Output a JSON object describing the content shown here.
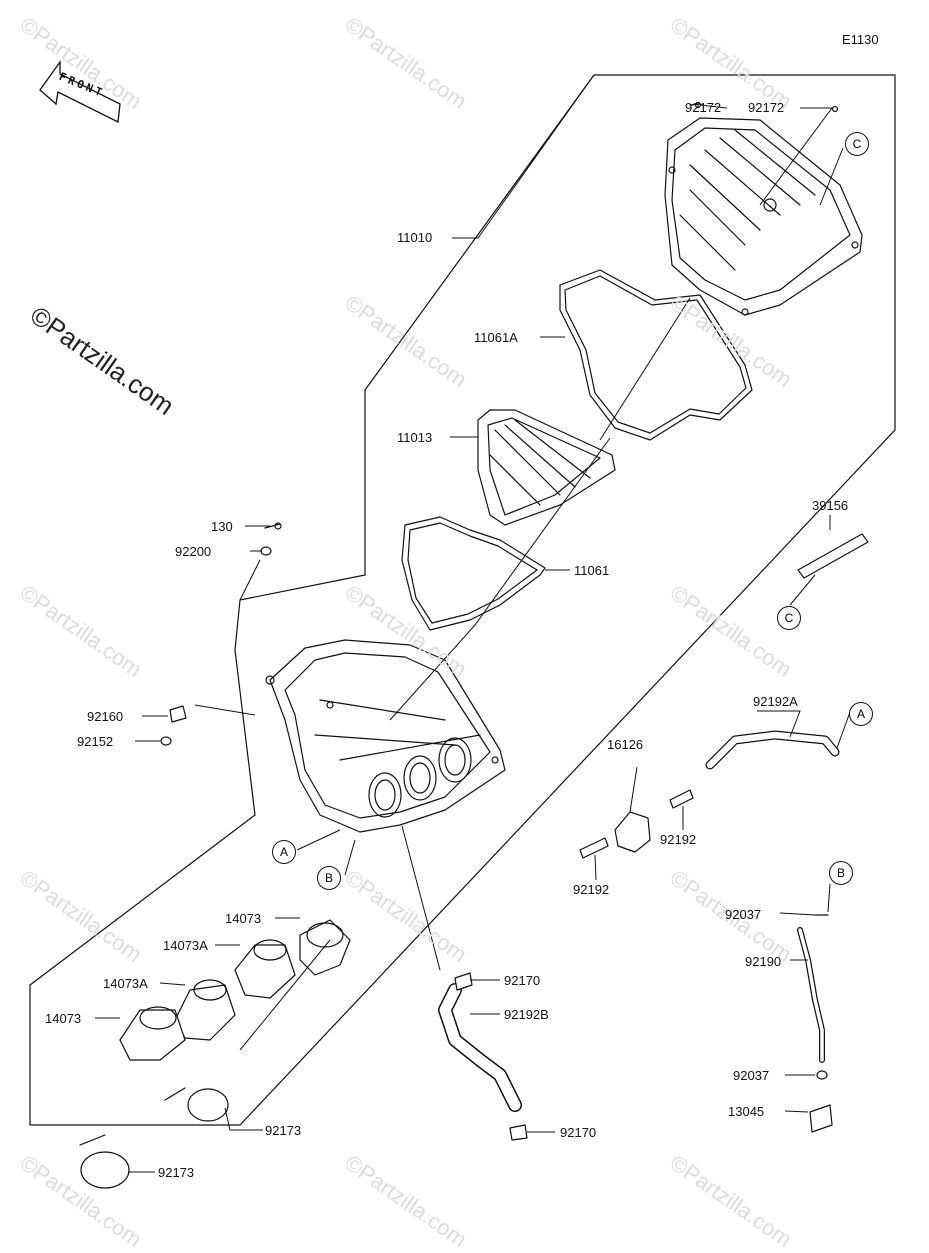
{
  "diagram_code": "E1130",
  "front_label": "FRONT",
  "watermark": "©Partzilla.com",
  "watermark_tile": "©Partzilla.com",
  "part_labels": {
    "p92172_left": "92172",
    "p92172_right": "92172",
    "p11010": "11010",
    "p11061A": "11061A",
    "p11013": "11013",
    "p130": "130",
    "p92200": "92200",
    "p11061": "11061",
    "p39156": "39156",
    "p92160": "92160",
    "p92152": "92152",
    "p92192A": "92192A",
    "p16126": "16126",
    "p92192_mid": "92192",
    "p92192_low": "92192",
    "p14073_top": "14073",
    "p14073A_top": "14073A",
    "p14073A_low": "14073A",
    "p14073_low": "14073",
    "p92170_top": "92170",
    "p92192B": "92192B",
    "p92037_top": "92037",
    "p92190": "92190",
    "p92037_low": "92037",
    "p13045": "13045",
    "p92173_top": "92173",
    "p92173_low": "92173",
    "p92170_low": "92170"
  },
  "callouts": {
    "c_cover": "C",
    "c_pipe": "C",
    "a_hose": "A",
    "a_box": "A",
    "b_box": "B",
    "b_hose": "B"
  },
  "colors": {
    "ink": "#111111",
    "watermark": "#dcdcdc"
  }
}
